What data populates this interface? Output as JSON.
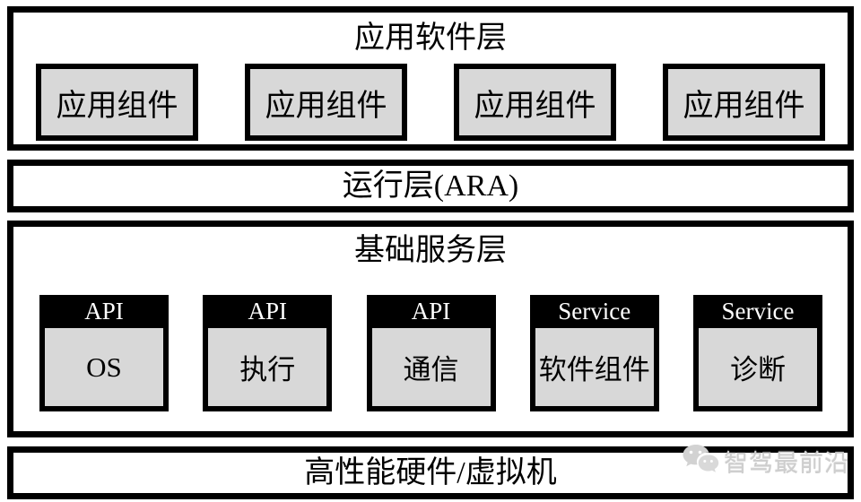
{
  "layers": {
    "application": {
      "title": "应用软件层",
      "components": [
        "应用组件",
        "应用组件",
        "应用组件",
        "应用组件"
      ]
    },
    "runtime": {
      "title": "运行层(ARA)"
    },
    "services": {
      "title": "基础服务层",
      "modules": [
        {
          "header": "API",
          "label": "OS"
        },
        {
          "header": "API",
          "label": "执行"
        },
        {
          "header": "API",
          "label": "通信"
        },
        {
          "header": "Service",
          "label": "软件组件"
        },
        {
          "header": "Service",
          "label": "诊断"
        }
      ]
    },
    "hardware": {
      "title": "高性能硬件/虚拟机"
    }
  },
  "watermark": {
    "icon": "wechat-icon",
    "text": "智驾最前沿"
  },
  "colors": {
    "border": "#000000",
    "box_fill": "#d8d8d8",
    "header_fill": "#000000",
    "header_text": "#ffffff",
    "background": "#ffffff",
    "watermark": "#cdcdcd"
  }
}
